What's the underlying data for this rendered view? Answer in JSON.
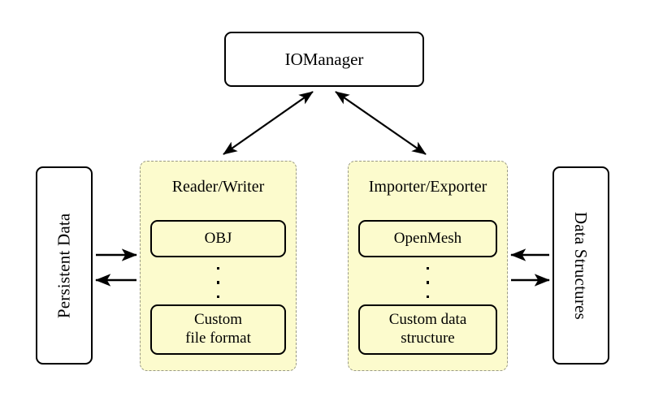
{
  "diagram": {
    "title_node": {
      "label": "IOManager"
    },
    "left_store": {
      "label": "Persistent Data"
    },
    "right_store": {
      "label": "Data Structures"
    },
    "panels": [
      {
        "title": "Reader/Writer",
        "items": [
          {
            "label": "OBJ"
          },
          {
            "label": "Custom\nfile format",
            "line1": "Custom",
            "line2": "file format"
          }
        ],
        "ellipsis": "vertical-dots"
      },
      {
        "title": "Importer/Exporter",
        "items": [
          {
            "label": "OpenMesh"
          },
          {
            "label": "Custom data\nstructure",
            "line1": "Custom data",
            "line2": "structure"
          }
        ],
        "ellipsis": "vertical-dots"
      }
    ],
    "connections": [
      {
        "name": "iomanager-to-reader-writer",
        "style": "double-headed",
        "orientation": "diagonal"
      },
      {
        "name": "iomanager-to-importer-exporter",
        "style": "double-headed",
        "orientation": "diagonal"
      },
      {
        "name": "persistent-data-to-reader-writer",
        "style": "single-headed",
        "direction": "right"
      },
      {
        "name": "reader-writer-to-persistent-data",
        "style": "single-headed",
        "direction": "left"
      },
      {
        "name": "data-structures-to-importer-exporter",
        "style": "single-headed",
        "direction": "left"
      },
      {
        "name": "importer-exporter-to-data-structures",
        "style": "single-headed",
        "direction": "right"
      }
    ],
    "colors": {
      "panel_fill": "#fcfbcd",
      "panel_border": "#9a9a86",
      "node_border": "#000000",
      "node_fill": "#ffffff",
      "background": "#ffffff",
      "arrow": "#000000"
    }
  }
}
